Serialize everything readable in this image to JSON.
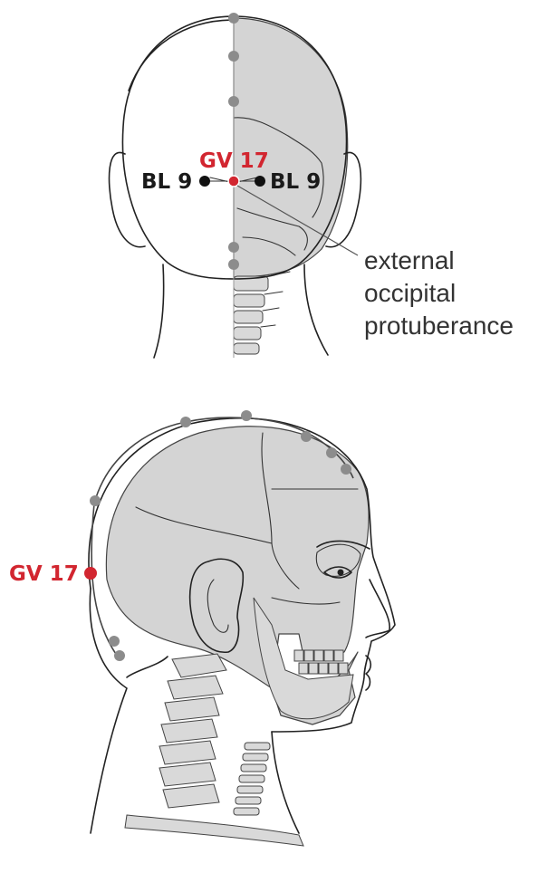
{
  "back_view": {
    "point_center_label": "GV 17",
    "point_left_label": "BL 9",
    "point_right_label": "BL 9",
    "annotation_lines": [
      "external",
      "occipital",
      "protuberance"
    ]
  },
  "side_view": {
    "point_label": "GV 17"
  },
  "colors": {
    "acupoint_highlight": "#d22630",
    "acupoint_neighbor": "#111111",
    "meridian_point": "#8c8c8c",
    "bone_fill": "#d4d4d4"
  }
}
